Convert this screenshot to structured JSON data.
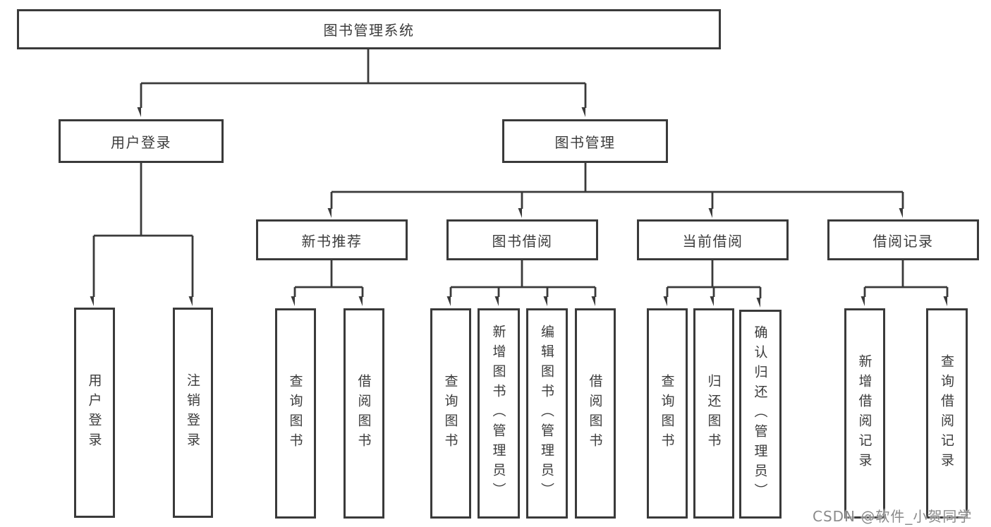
{
  "diagram": {
    "root": {
      "label": "图书管理系统"
    },
    "level2": [
      {
        "label": "用户登录"
      },
      {
        "label": "图书管理"
      }
    ],
    "level3": [
      {
        "label": "新书推荐"
      },
      {
        "label": "图书借阅"
      },
      {
        "label": "当前借阅"
      },
      {
        "label": "借阅记录"
      }
    ],
    "leaves": [
      {
        "label": "用户登录"
      },
      {
        "label": "注销登录"
      },
      {
        "label": "查询图书"
      },
      {
        "label": "借阅图书"
      },
      {
        "label": "查询图书"
      },
      {
        "label": "新增图书（管理员）"
      },
      {
        "label": "编辑图书（管理员）"
      },
      {
        "label": "借阅图书"
      },
      {
        "label": "查询图书"
      },
      {
        "label": "归还图书"
      },
      {
        "label": "确认归还（管理员）"
      },
      {
        "label": "新增借阅记录"
      },
      {
        "label": "查询借阅记录"
      }
    ]
  },
  "watermark": "CSDN @软件_小贺同学",
  "colors": {
    "line": "#3a3a3a",
    "border": "#3a3a3a",
    "text": "#3c3c3c",
    "background": "#ffffff",
    "watermark": "#707070"
  }
}
